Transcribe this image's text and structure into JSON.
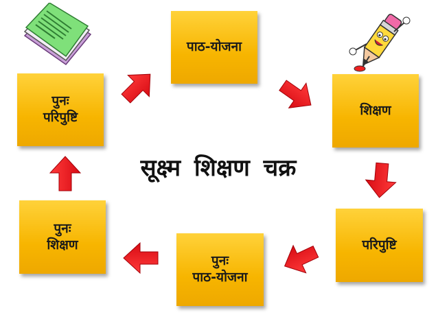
{
  "diagram": {
    "center_title": "सूक्ष्म शिक्षण चक्र",
    "steps": [
      {
        "lines": [
          "पाठ-योजना"
        ]
      },
      {
        "lines": [
          "शिक्षण"
        ]
      },
      {
        "lines": [
          "परिपुष्टि"
        ]
      },
      {
        "lines": [
          "पुनः",
          "पाठ-योजना"
        ]
      },
      {
        "lines": [
          "पुनः",
          "शिक्षण"
        ]
      },
      {
        "lines": [
          "पुनः",
          "परिपुष्टि"
        ]
      }
    ],
    "colors": {
      "box": "#f7b500",
      "arrow": "#e8141c"
    },
    "clipart": [
      "notebook-icon",
      "pencil-mascot-icon"
    ]
  }
}
